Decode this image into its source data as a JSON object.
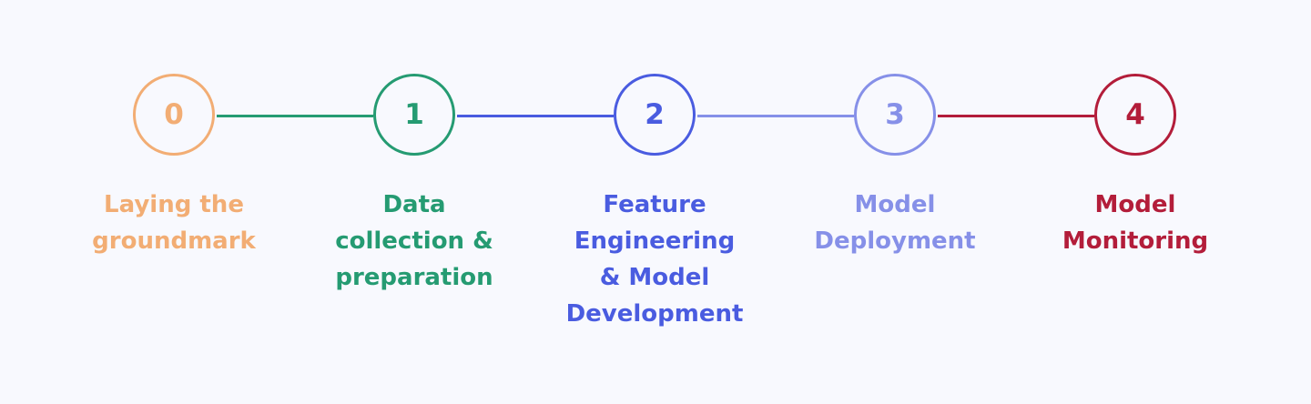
{
  "steps": [
    {
      "number": "0",
      "label_lines": [
        "Laying the",
        "groundmark"
      ],
      "color": "#f2ad74"
    },
    {
      "number": "1",
      "label_lines": [
        "Data",
        "collection &",
        "preparation"
      ],
      "color": "#259b72"
    },
    {
      "number": "2",
      "label_lines": [
        "Feature",
        "Engineering",
        "& Model",
        "Development"
      ],
      "color": "#4a5ce0"
    },
    {
      "number": "3",
      "label_lines": [
        "Model",
        "Deployment"
      ],
      "color": "#8690e8"
    },
    {
      "number": "4",
      "label_lines": [
        "Model",
        "Monitoring"
      ],
      "color": "#b31d3a"
    }
  ],
  "connectors": [
    {
      "color": "#259b72"
    },
    {
      "color": "#4a5ce0"
    },
    {
      "color": "#8690e8"
    },
    {
      "color": "#b31d3a"
    }
  ]
}
